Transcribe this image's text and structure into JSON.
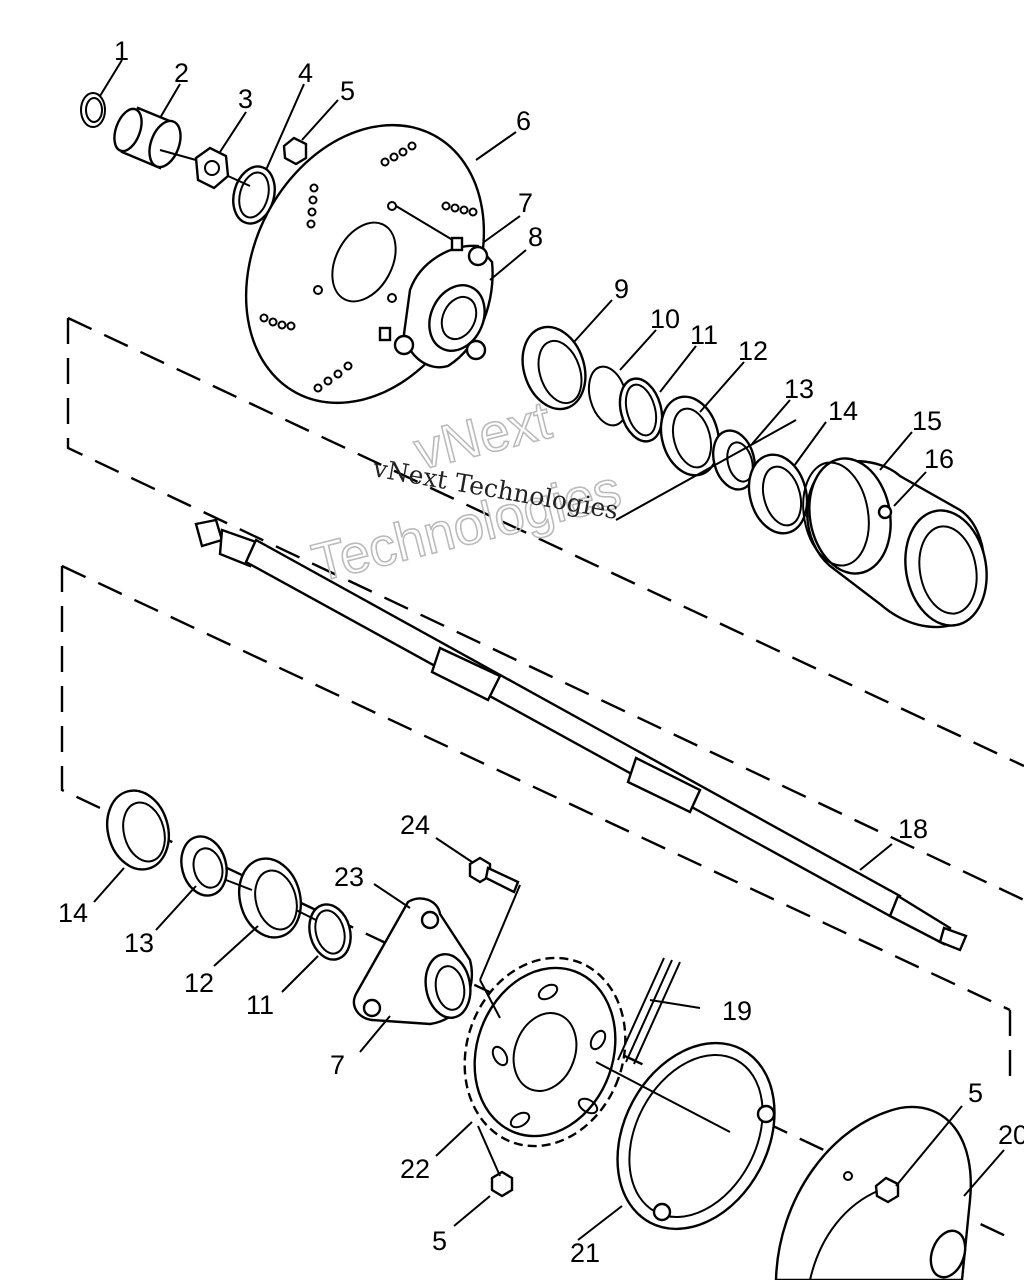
{
  "watermark": {
    "small_text": "vNext Technologies",
    "large_line1": "vNext",
    "large_line2": "Technologies"
  },
  "callouts": {
    "top": [
      "1",
      "2",
      "3",
      "4",
      "5",
      "6",
      "7",
      "8",
      "9",
      "10",
      "11",
      "12",
      "13",
      "14",
      "15",
      "16"
    ],
    "bottom": [
      "14",
      "13",
      "12",
      "11",
      "7",
      "5",
      "22",
      "21",
      "23",
      "24",
      "18",
      "19",
      "5",
      "20"
    ]
  },
  "colors": {
    "ink": "#000000",
    "paper": "#ffffff",
    "watermark": "#bbbbbb"
  }
}
